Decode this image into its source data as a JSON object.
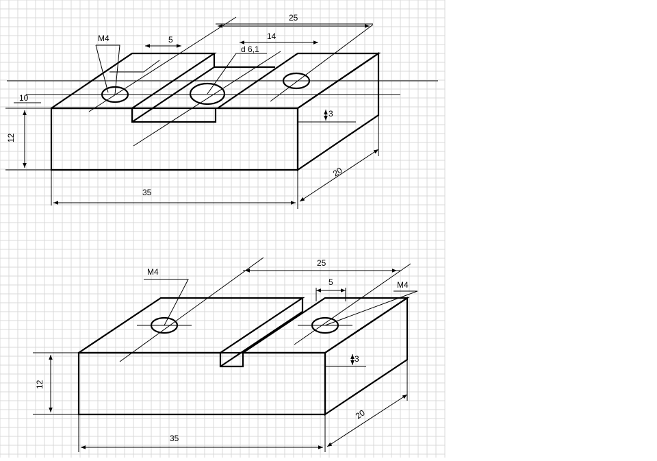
{
  "drawing_top": {
    "dims": {
      "length": "35",
      "height": "12",
      "depth": "20",
      "slot_depth": "3",
      "slot_width": "14",
      "hole_spacing": "25",
      "offset": "5",
      "edge_offset": "10"
    },
    "labels": {
      "thread_hole": "M4",
      "center_hole": "d 6,1"
    }
  },
  "drawing_bottom": {
    "dims": {
      "length": "35",
      "height": "12",
      "depth": "20",
      "slot_depth": "3",
      "hole_spacing": "25",
      "offset": "5"
    },
    "labels": {
      "thread_hole_left": "M4",
      "thread_hole_right": "M4"
    }
  }
}
